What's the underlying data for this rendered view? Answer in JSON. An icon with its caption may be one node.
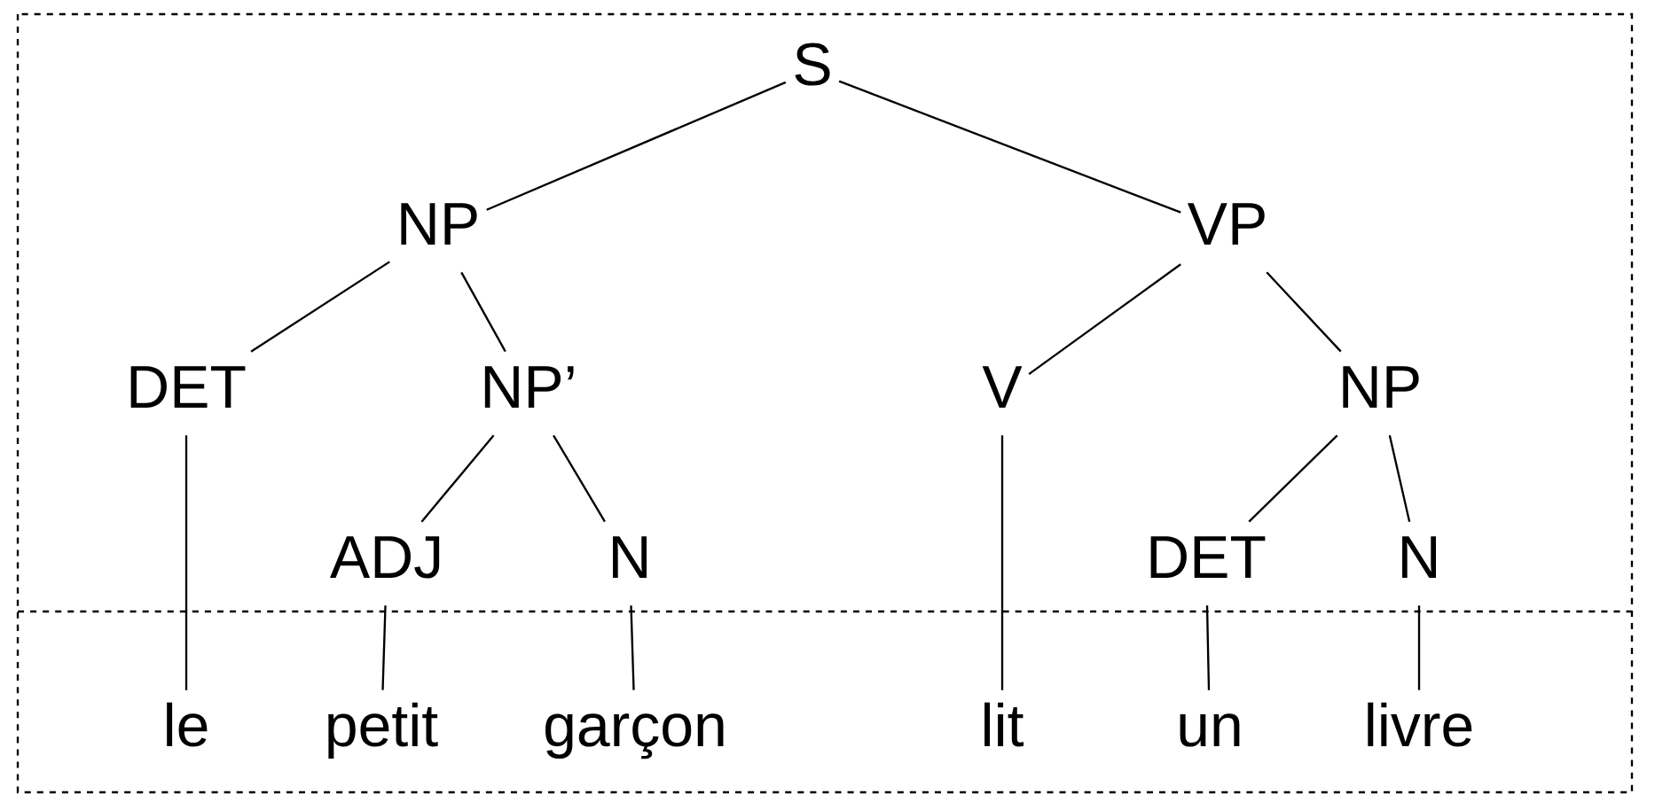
{
  "diagram": {
    "nodes": [
      {
        "text": [
          "S"
        ]
      },
      {
        "text": [
          "NP"
        ]
      },
      {
        "text": [
          "VP"
        ]
      },
      {
        "text": [
          "DET"
        ]
      },
      {
        "text": [
          "NP’"
        ]
      },
      {
        "text": [
          "V"
        ]
      },
      {
        "text": [
          "NP"
        ]
      },
      {
        "text": [
          "ADJ"
        ]
      },
      {
        "text": [
          "N"
        ]
      },
      {
        "text": [
          "DET"
        ]
      },
      {
        "text": [
          "N"
        ]
      },
      {
        "text": [
          "le"
        ]
      },
      {
        "text": [
          "petit"
        ]
      },
      {
        "text": [
          "garçon"
        ]
      },
      {
        "text": [
          "lit"
        ]
      },
      {
        "text": [
          "un"
        ]
      },
      {
        "text": [
          "livre"
        ]
      }
    ],
    "edges": [
      {
        "from": 0,
        "to": 1,
        "arrow": "none"
      },
      {
        "from": 0,
        "to": 2,
        "arrow": "none"
      },
      {
        "from": 1,
        "to": 3,
        "arrow": "none"
      },
      {
        "from": 1,
        "to": 4,
        "arrow": "none"
      },
      {
        "from": 2,
        "to": 5,
        "arrow": "none"
      },
      {
        "from": 2,
        "to": 6,
        "arrow": "none"
      },
      {
        "from": 4,
        "to": 7,
        "arrow": "none"
      },
      {
        "from": 4,
        "to": 8,
        "arrow": "none"
      },
      {
        "from": 6,
        "to": 9,
        "arrow": "none"
      },
      {
        "from": 6,
        "to": 10,
        "arrow": "none"
      },
      {
        "from": 3,
        "to": 11,
        "arrow": "none"
      },
      {
        "from": 7,
        "to": 12,
        "arrow": "none"
      },
      {
        "from": 8,
        "to": 13,
        "arrow": "none"
      },
      {
        "from": 5,
        "to": 14,
        "arrow": "none"
      },
      {
        "from": 9,
        "to": 15,
        "arrow": "none"
      },
      {
        "from": 10,
        "to": 16,
        "arrow": "none"
      }
    ]
  }
}
